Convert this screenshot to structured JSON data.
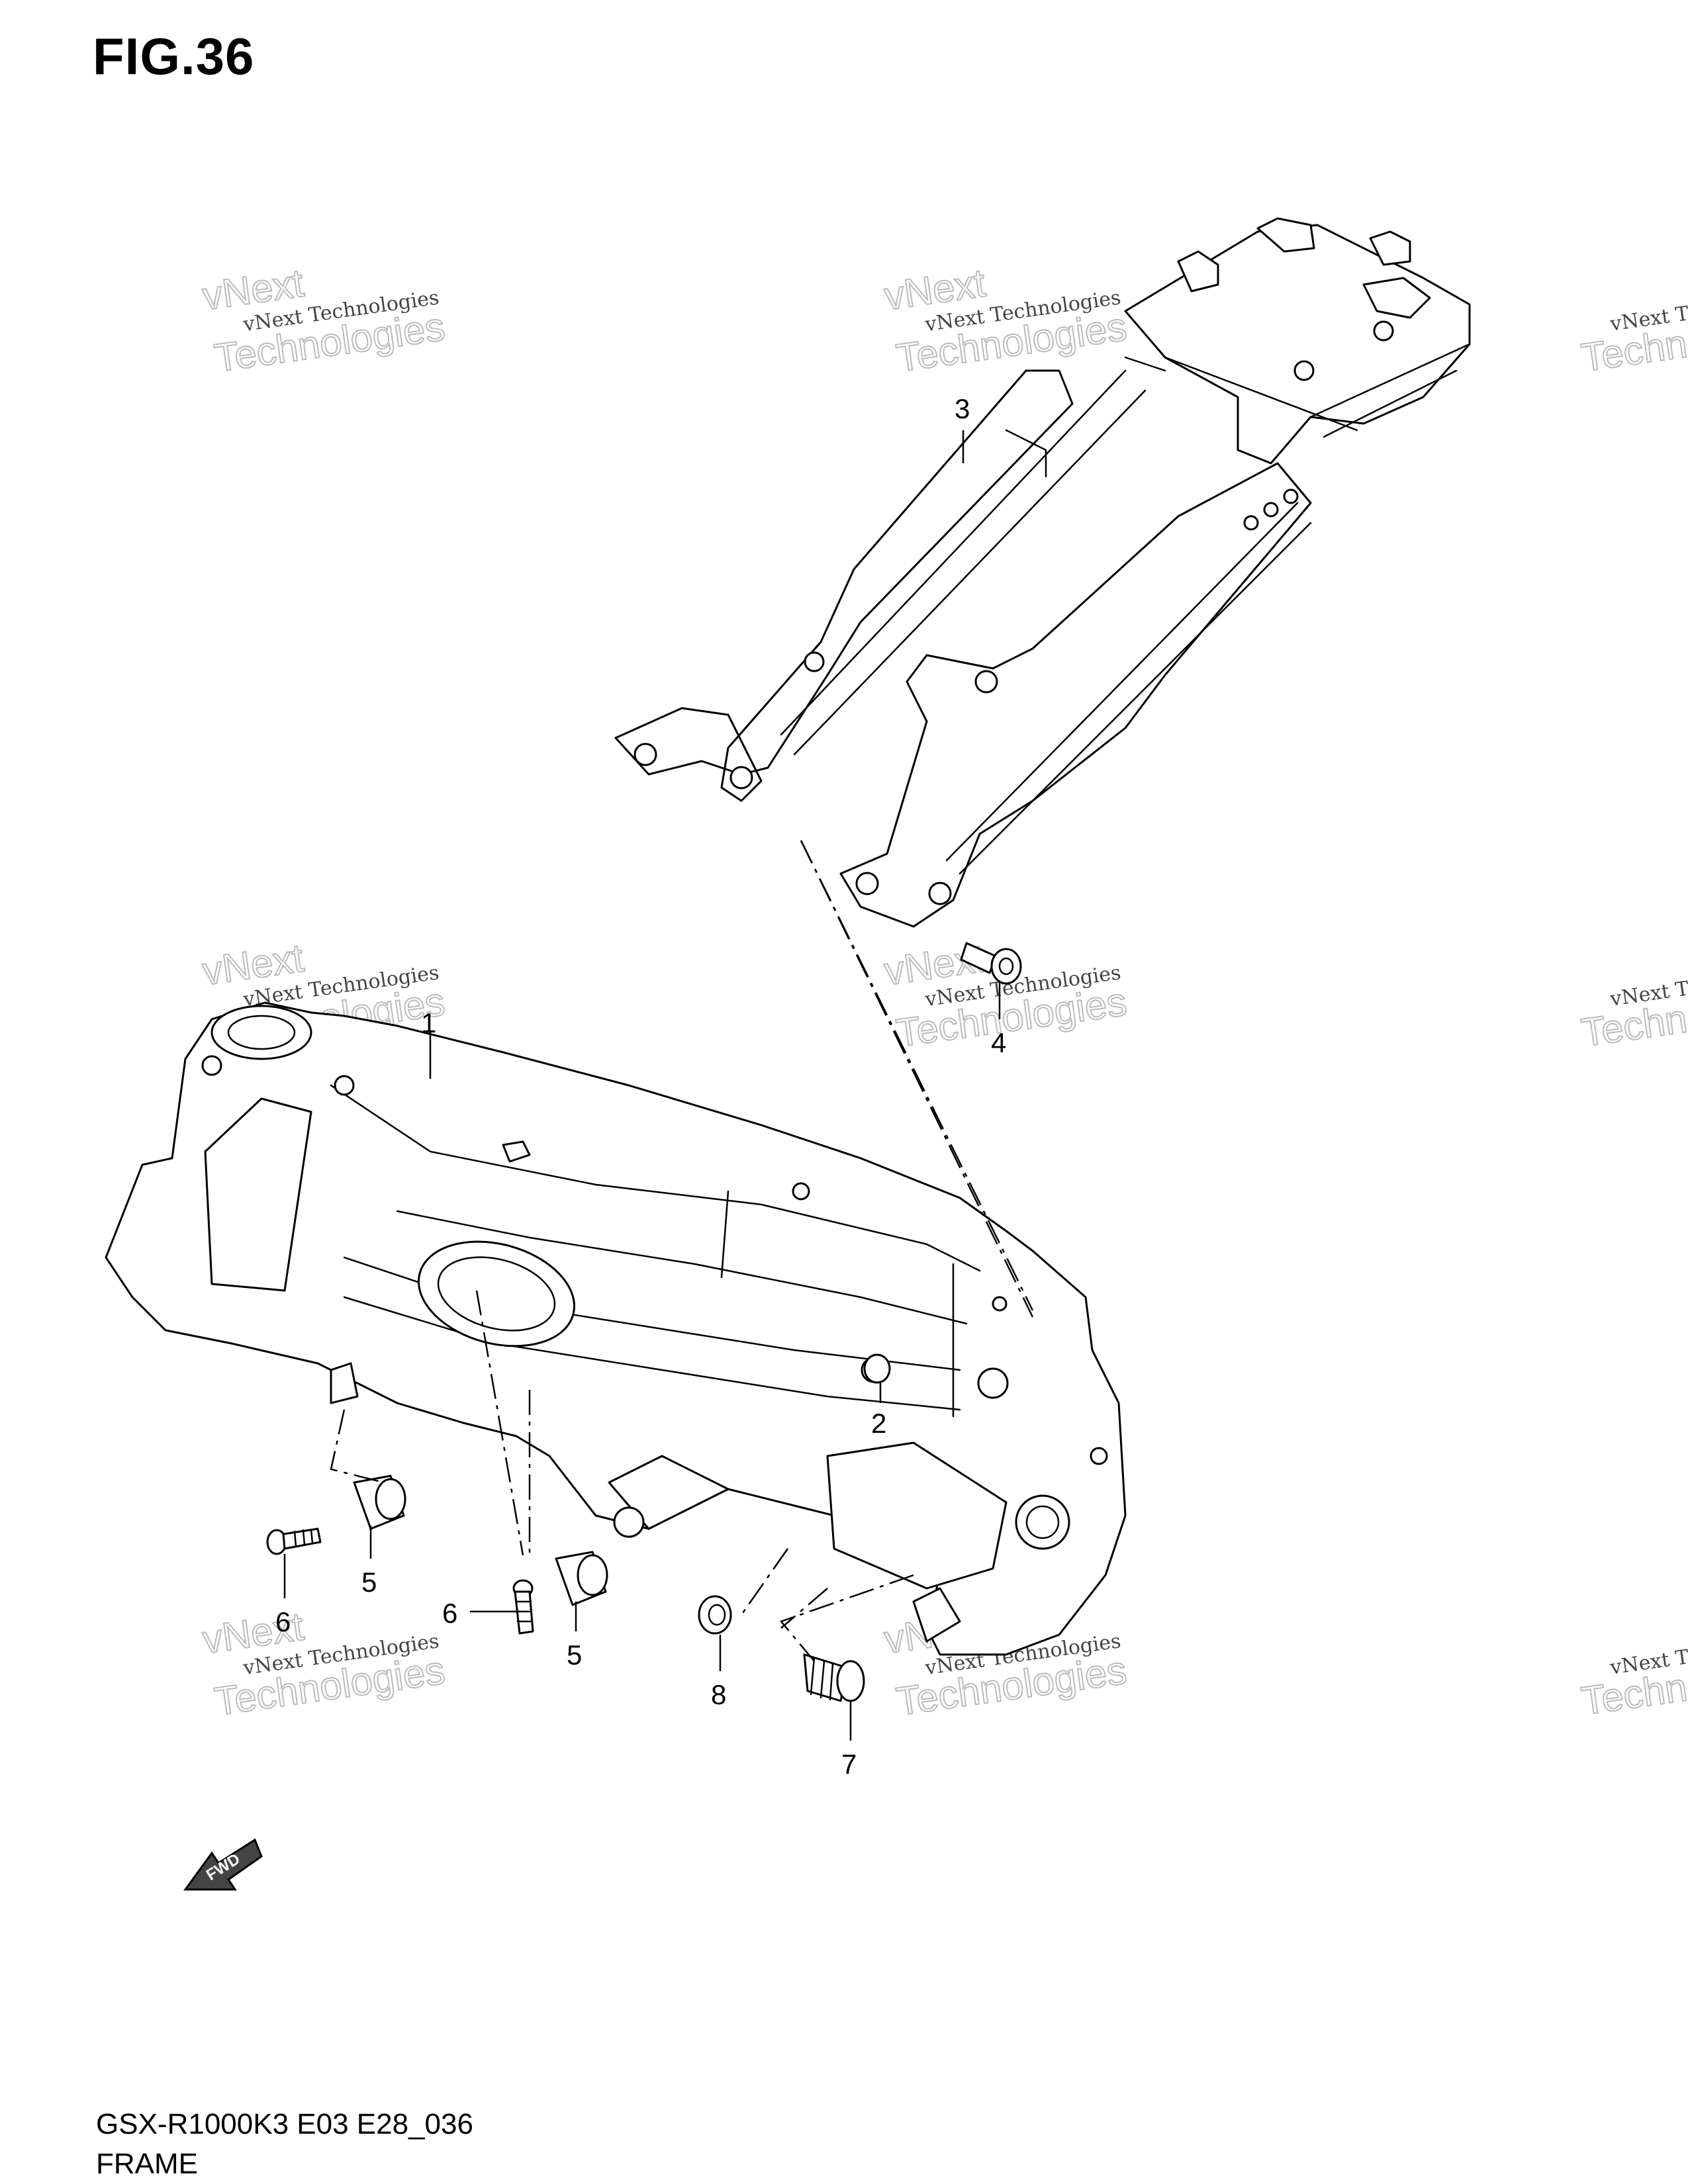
{
  "figure": {
    "title": "FIG.36"
  },
  "caption": {
    "model": "GSX-R1000K3 E03 E28_036",
    "name": "FRAME"
  },
  "watermark": {
    "line1": "vNext Technologies",
    "line2": "vNext",
    "line3": "Technologies"
  },
  "fwd_label": "FWD",
  "callouts": [
    "1",
    "2",
    "3",
    "4",
    "5",
    "5",
    "6",
    "6",
    "7",
    "8"
  ]
}
